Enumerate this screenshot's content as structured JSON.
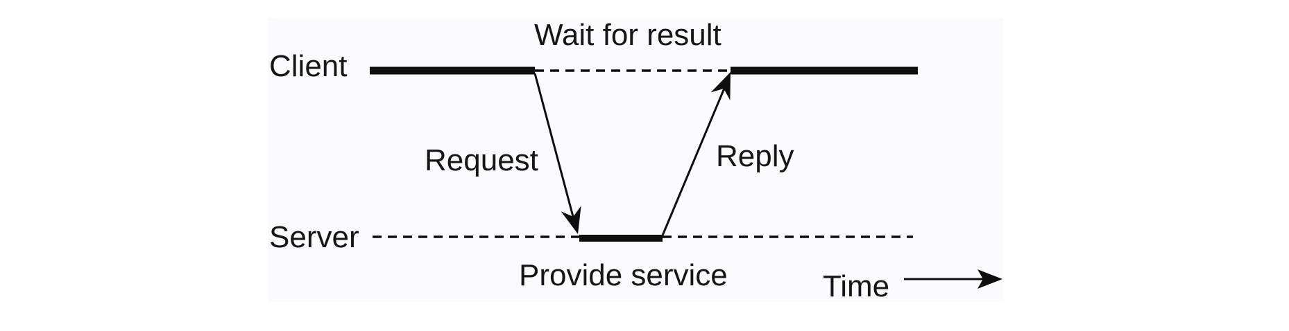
{
  "diagram": {
    "type": "client-server-rpc-timeline",
    "labels": {
      "client": "Client",
      "server": "Server",
      "wait": "Wait for result",
      "request": "Request",
      "reply": "Reply",
      "provide": "Provide service",
      "time": "Time"
    },
    "colors": {
      "canvas_background": "#ffffff",
      "panel_background": "#fbfafc",
      "line": "#0e0e0e",
      "text": "#161616"
    }
  }
}
